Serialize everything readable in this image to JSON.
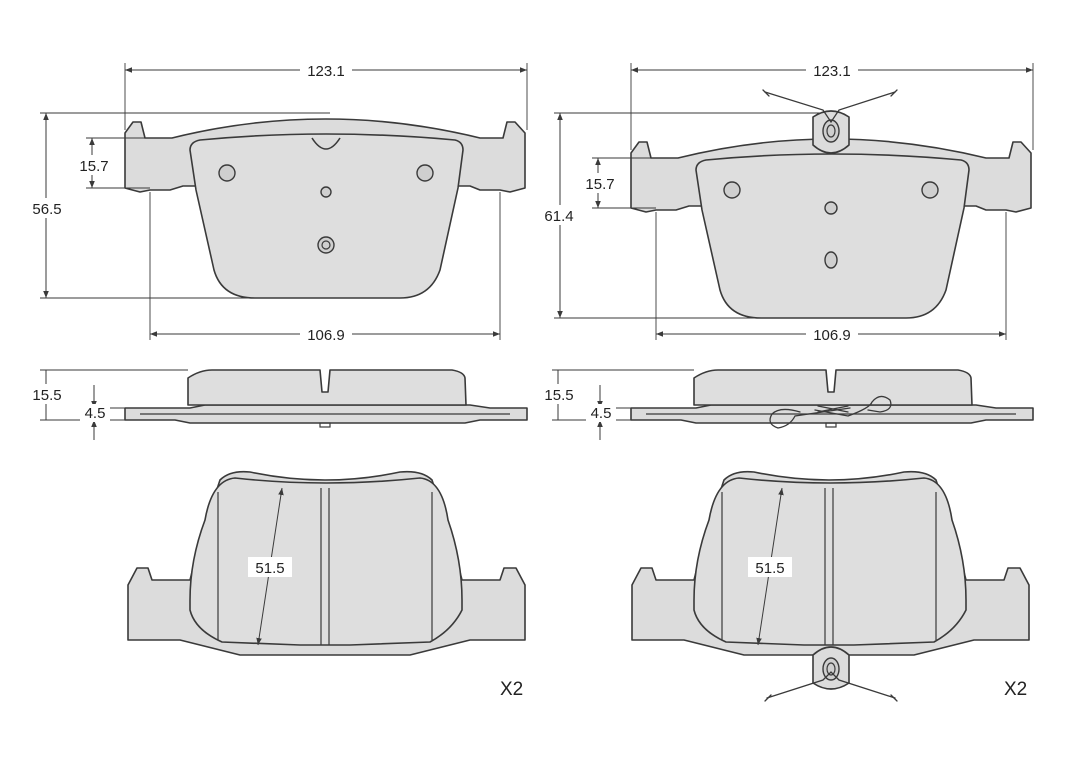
{
  "views": {
    "left": {
      "top": {
        "width": "123.1",
        "height": "56.5",
        "offset": "15.7",
        "lower_width": "106.9"
      },
      "side": {
        "total_thickness": "15.5",
        "backing_thickness": "4.5"
      },
      "bottom": {
        "diagonal": "51.5",
        "quantity": "X2"
      }
    },
    "right": {
      "top": {
        "width": "123.1",
        "height": "61.4",
        "offset": "15.7",
        "lower_width": "106.9"
      },
      "side": {
        "total_thickness": "15.5",
        "backing_thickness": "4.5"
      },
      "bottom": {
        "diagonal": "51.5",
        "quantity": "X2"
      }
    }
  },
  "colors": {
    "fill": "#dcdcdc",
    "line": "#3a3a3a",
    "background": "#ffffff"
  }
}
